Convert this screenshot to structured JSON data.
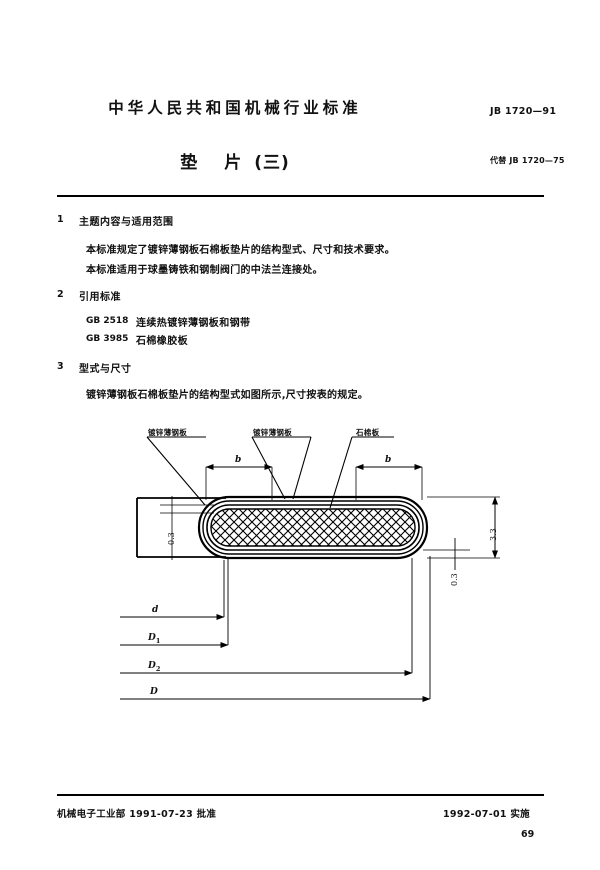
{
  "header": {
    "title": "中华人民共和国机械行业标准",
    "subtitle_part1": "垫",
    "subtitle_part2": "片",
    "subtitle_part3": "(三)",
    "standard_code": "JB 1720—91",
    "replaces": "代替 JB 1720—75"
  },
  "sections": [
    {
      "number": "1",
      "heading": "主题内容与适用范围",
      "paragraphs": [
        "本标准规定了镀锌薄钢板石棉板垫片的结构型式、尺寸和技术要求。",
        "本标准适用于球墨铸铁和钢制阀门的中法兰连接处。"
      ]
    },
    {
      "number": "2",
      "heading": "引用标准",
      "references": [
        {
          "code": "GB 2518",
          "name": "连续热镀锌薄钢板和钢带"
        },
        {
          "code": "GB 3985",
          "name": "石棉橡胶板"
        }
      ]
    },
    {
      "number": "3",
      "heading": "型式与尺寸",
      "paragraphs": [
        "镀锌薄钢板石棉板垫片的结构型式如图所示,尺寸按表的规定。"
      ]
    }
  ],
  "figure": {
    "callouts": [
      {
        "text": "镀锌薄钢板"
      },
      {
        "text": "镀锌薄钢板"
      },
      {
        "text": "石棉板"
      }
    ],
    "width_dims": [
      {
        "text": "b"
      },
      {
        "text": "b"
      }
    ],
    "thickness_dims": [
      {
        "text": "0.3"
      },
      {
        "text": "3.3"
      },
      {
        "text": "0.3"
      }
    ],
    "diameter_dims": [
      {
        "symbol": "d",
        "sub": ""
      },
      {
        "symbol": "D",
        "sub": "1"
      },
      {
        "symbol": "D",
        "sub": "2"
      },
      {
        "symbol": "D",
        "sub": ""
      }
    ]
  },
  "footer": {
    "approval": "机械电子工业部 1991-07-23 批准",
    "implementation": "1992-07-01 实施",
    "page_number": "69"
  }
}
